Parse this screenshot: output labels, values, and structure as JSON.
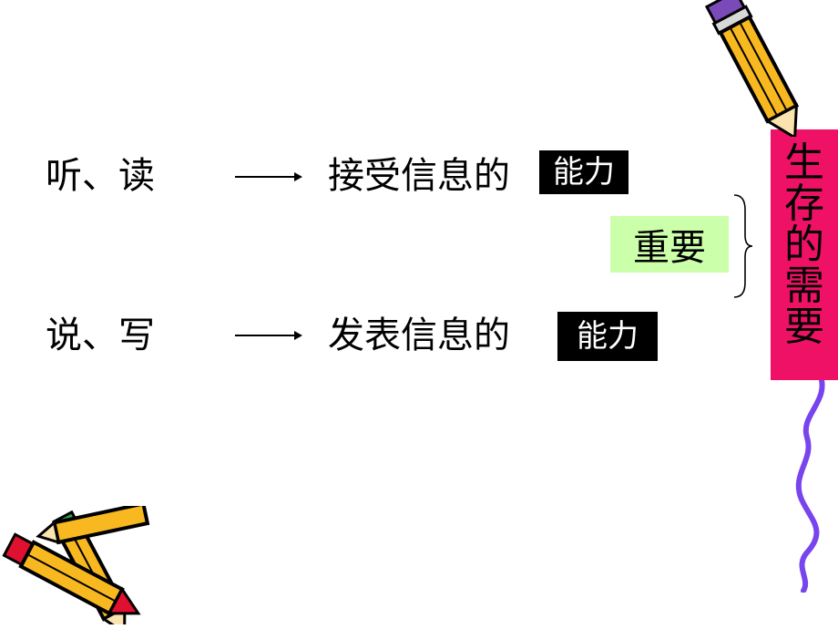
{
  "rows": [
    {
      "left": "听、读",
      "right": "接受信息的",
      "ability": "能力"
    },
    {
      "left": "说、写",
      "right": "发表信息的",
      "ability": "能力"
    }
  ],
  "important_label": "重要",
  "survival_chars": [
    "生",
    "存",
    "的",
    "需",
    "要"
  ],
  "colors": {
    "important_bg": "#ccffaa",
    "survival_bg": "#ee1166",
    "ability_bg": "#000000",
    "pencil_body": "#f8b820",
    "pencil_tip": "#e01030",
    "pencil_eraser": "#7a4ab8",
    "squiggle": "#7744ee"
  },
  "icons": [
    "pencil-icon",
    "crossed-pencils-icon"
  ]
}
